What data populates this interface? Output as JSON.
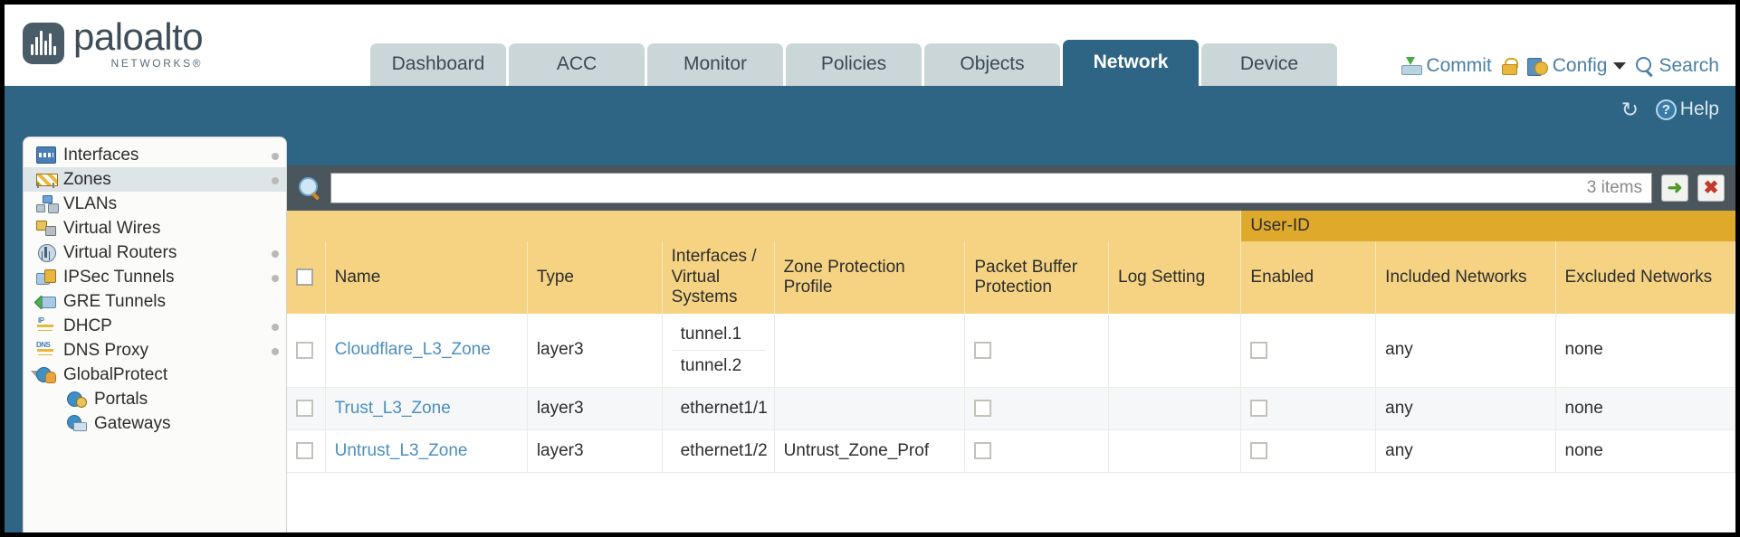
{
  "brand": {
    "name": "paloalto",
    "tagline": "NETWORKS®"
  },
  "tabs": [
    {
      "label": "Dashboard",
      "active": false
    },
    {
      "label": "ACC",
      "active": false
    },
    {
      "label": "Monitor",
      "active": false
    },
    {
      "label": "Policies",
      "active": false
    },
    {
      "label": "Objects",
      "active": false
    },
    {
      "label": "Network",
      "active": true
    },
    {
      "label": "Device",
      "active": false
    }
  ],
  "header_actions": {
    "commit": "Commit",
    "config": "Config",
    "search": "Search",
    "help": "Help"
  },
  "sidebar": {
    "items": [
      {
        "label": "Interfaces",
        "icon": "interfaces-icon",
        "selected": false,
        "child": false,
        "dot": true,
        "expander": false
      },
      {
        "label": "Zones",
        "icon": "zones-icon",
        "selected": true,
        "child": false,
        "dot": true,
        "expander": false
      },
      {
        "label": "VLANs",
        "icon": "vlans-icon",
        "selected": false,
        "child": false,
        "dot": false,
        "expander": false
      },
      {
        "label": "Virtual Wires",
        "icon": "virtual-wires-icon",
        "selected": false,
        "child": false,
        "dot": false,
        "expander": false
      },
      {
        "label": "Virtual Routers",
        "icon": "virtual-routers-icon",
        "selected": false,
        "child": false,
        "dot": true,
        "expander": false
      },
      {
        "label": "IPSec Tunnels",
        "icon": "ipsec-tunnels-icon",
        "selected": false,
        "child": false,
        "dot": true,
        "expander": false
      },
      {
        "label": "GRE Tunnels",
        "icon": "gre-tunnels-icon",
        "selected": false,
        "child": false,
        "dot": false,
        "expander": false
      },
      {
        "label": "DHCP",
        "icon": "dhcp-icon",
        "selected": false,
        "child": false,
        "dot": true,
        "expander": false
      },
      {
        "label": "DNS Proxy",
        "icon": "dns-proxy-icon",
        "selected": false,
        "child": false,
        "dot": true,
        "expander": false
      },
      {
        "label": "GlobalProtect",
        "icon": "globalprotect-icon",
        "selected": false,
        "child": false,
        "dot": false,
        "expander": true
      },
      {
        "label": "Portals",
        "icon": "portals-icon",
        "selected": false,
        "child": true,
        "dot": false,
        "expander": false
      },
      {
        "label": "Gateways",
        "icon": "gateways-icon",
        "selected": false,
        "child": true,
        "dot": false,
        "expander": false
      }
    ]
  },
  "search": {
    "value": "",
    "placeholder": "",
    "items_count": "3 items",
    "apply_glyph": "➜",
    "clear_glyph": "✖"
  },
  "table": {
    "group_header": "User-ID",
    "columns": [
      "Name",
      "Type",
      "Interfaces / Virtual Systems",
      "Zone Protection Profile",
      "Packet Buffer Protection",
      "Log Setting",
      "Enabled",
      "Included Networks",
      "Excluded Networks"
    ],
    "rows": [
      {
        "name": "Cloudflare_L3_Zone",
        "type": "layer3",
        "interfaces": [
          "tunnel.1",
          "tunnel.2"
        ],
        "zone_protection_profile": "",
        "packet_buffer_protection": false,
        "log_setting": "",
        "userid_enabled": false,
        "included_networks": "any",
        "excluded_networks": "none"
      },
      {
        "name": "Trust_L3_Zone",
        "type": "layer3",
        "interfaces": [
          "ethernet1/1"
        ],
        "zone_protection_profile": "",
        "packet_buffer_protection": false,
        "log_setting": "",
        "userid_enabled": false,
        "included_networks": "any",
        "excluded_networks": "none"
      },
      {
        "name": "Untrust_L3_Zone",
        "type": "layer3",
        "interfaces": [
          "ethernet1/2"
        ],
        "zone_protection_profile": "Untrust_Zone_Prof",
        "packet_buffer_protection": false,
        "log_setting": "",
        "userid_enabled": false,
        "included_networks": "any",
        "excluded_networks": "none"
      }
    ]
  },
  "colors": {
    "chrome_blue": "#2e6484",
    "tab_active": "#2e6484",
    "tab_inactive": "#cbd6d8",
    "header_amber": "#f5d382",
    "group_amber": "#dfa92b",
    "link_blue": "#4a8fbf"
  }
}
